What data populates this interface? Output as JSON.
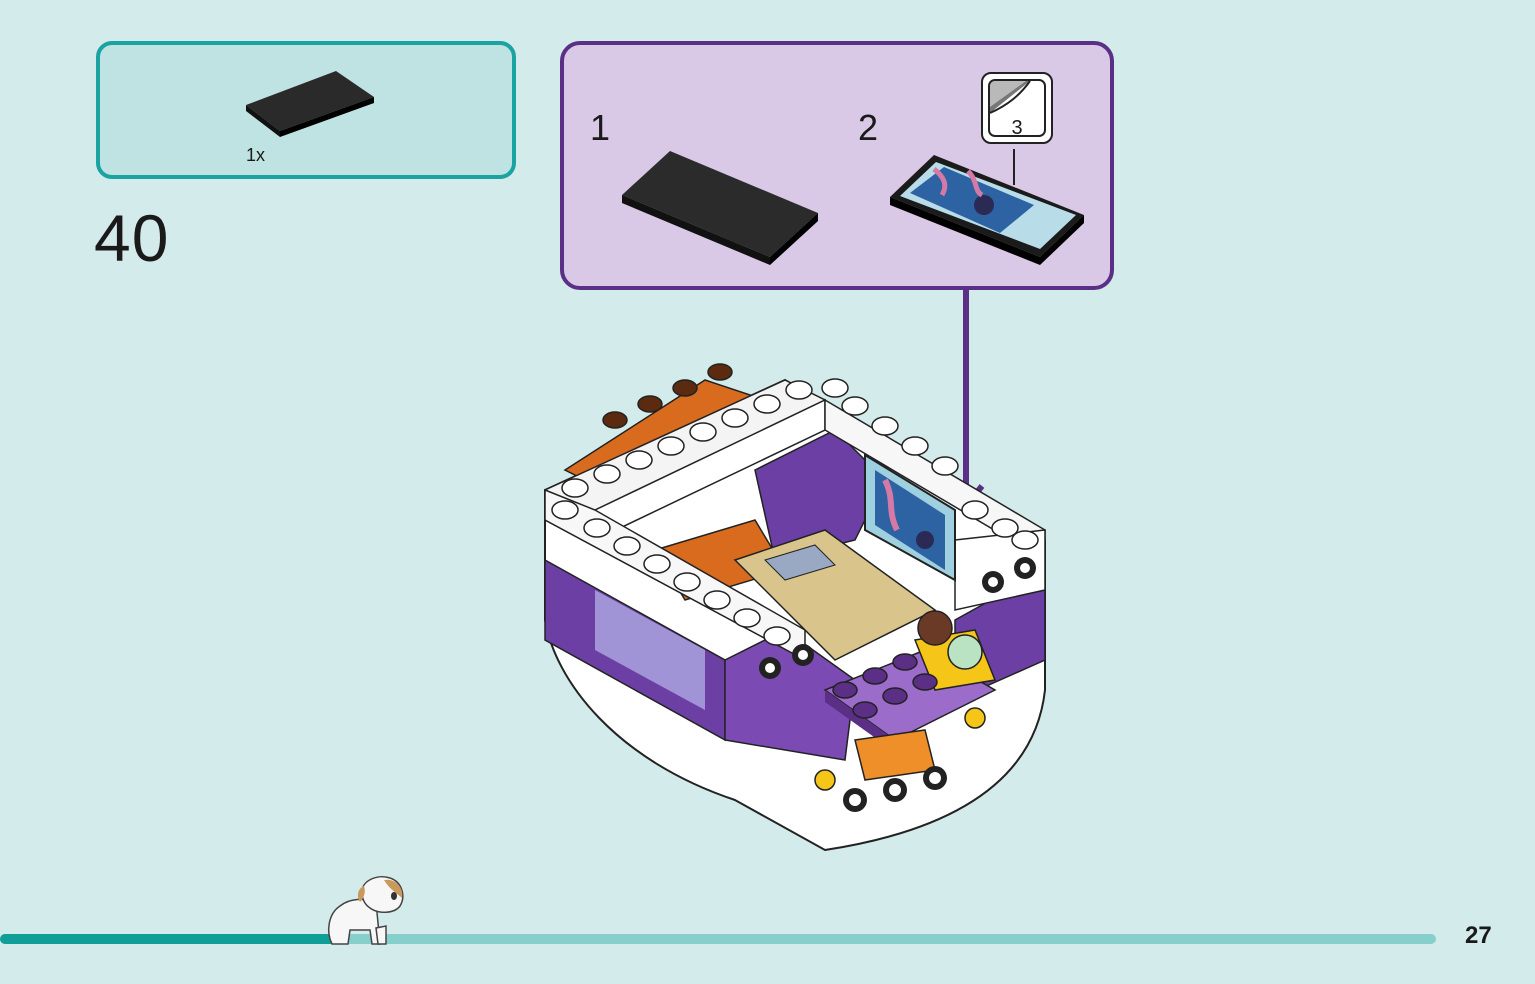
{
  "step": {
    "number": "40"
  },
  "parts_list": {
    "count_label": "1x",
    "part_color": "#222222"
  },
  "sub_steps": {
    "items": [
      {
        "number": "1"
      },
      {
        "number": "2"
      }
    ],
    "sticker": {
      "number": "3"
    }
  },
  "footer": {
    "page_number": "27"
  },
  "colors": {
    "background": "#d3ebea",
    "parts_border": "#1aa3a0",
    "parts_fill": "#bee3e2",
    "substep_border": "#5b2f86",
    "substep_fill": "#d9c9e7",
    "arrow": "#5b2f86",
    "progress_done": "#0f9e98",
    "progress_remaining": "#86cfcc"
  }
}
